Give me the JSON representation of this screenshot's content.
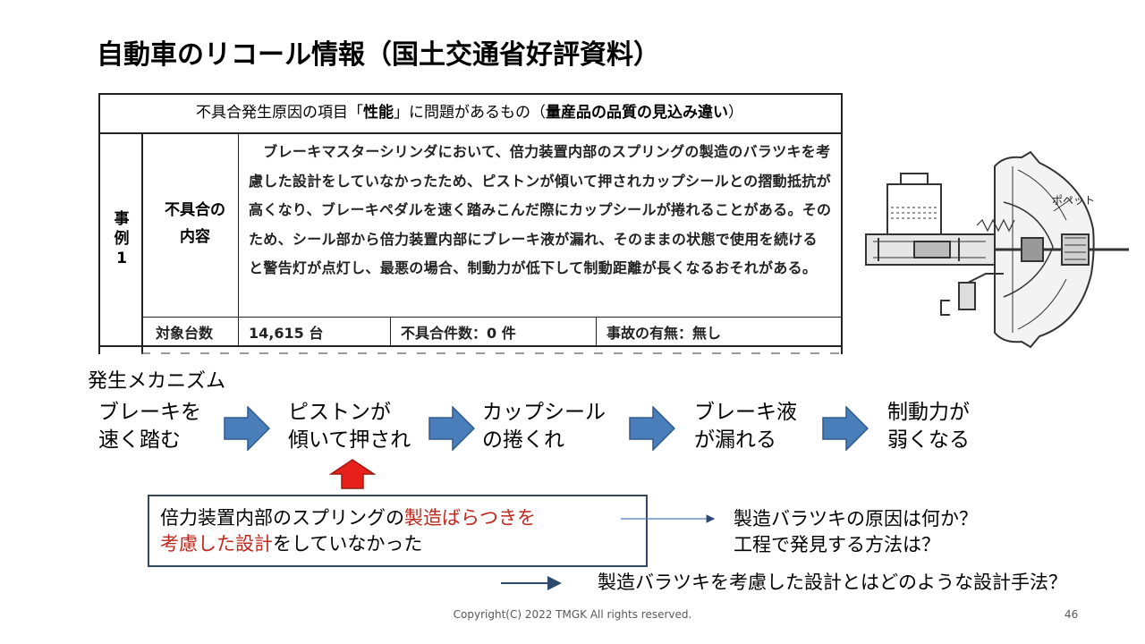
{
  "title": "自動車のリコール情報（国土交通省好評資料）",
  "table": {
    "header_prefix": "不具合発生原因の項目「",
    "header_bold1": "性能",
    "header_mid": "」に問題があるもの（",
    "header_bold2": "量産品の品質の見込み違い",
    "header_suffix": "）",
    "case_label": "事例1",
    "category_label_line1": "不具合の",
    "category_label_line2": "内容",
    "content": "　ブレーキマスターシリンダにおいて、倍力装置内部のスプリングの製造のバラツキを考慮した設計をしていなかったため、ピストンが傾いて押されカップシールとの摺動抵抗が高くなり、ブレーキペダルを速く踏みこんだ際にカップシールが捲れることがある。そのため、シール部から倍力装置内部にブレーキ液が漏れ、そのままの状態で使用を続けると警告灯が点灯し、最悪の場合、制動力が低下して制動距離が長くなるおそれがある。",
    "target_label": "対象台数",
    "target_value": "14,615 台",
    "defect_count": "不具合件数：0 件",
    "accident": "事故の有無：無し"
  },
  "illustration": {
    "poppet_label": "ポペット"
  },
  "mechanism_label": "発生メカニズム",
  "steps": [
    {
      "text": "ブレーキを\n速く踏む"
    },
    {
      "text": "ピストンが\n傾いて押され"
    },
    {
      "text": "カップシール\nの捲くれ"
    },
    {
      "text": "ブレーキ液\nが漏れる"
    },
    {
      "text": "制動力が\n弱くなる"
    }
  ],
  "cause_box": {
    "part1": "倍力装置内部のスプリングの",
    "part2_red": "製造ばらつきを",
    "part3_red": "考慮した設計",
    "part4": "をしていなかった"
  },
  "questions": {
    "q1": "製造バラツキの原因は何か？",
    "q2": "工程で発見する方法は？",
    "q3": "製造バラツキを考慮した設計とはどのような設計手法？"
  },
  "footer": "Copyright(C) 2022 TMGK All rights reserved.",
  "page_number": "46",
  "colors": {
    "arrow_fill": "#4a7ebb",
    "arrow_stroke": "#2e5a8e",
    "up_arrow_fill": "#e8201c",
    "highlight_red": "#c0281e",
    "box_border": "#34495e"
  }
}
